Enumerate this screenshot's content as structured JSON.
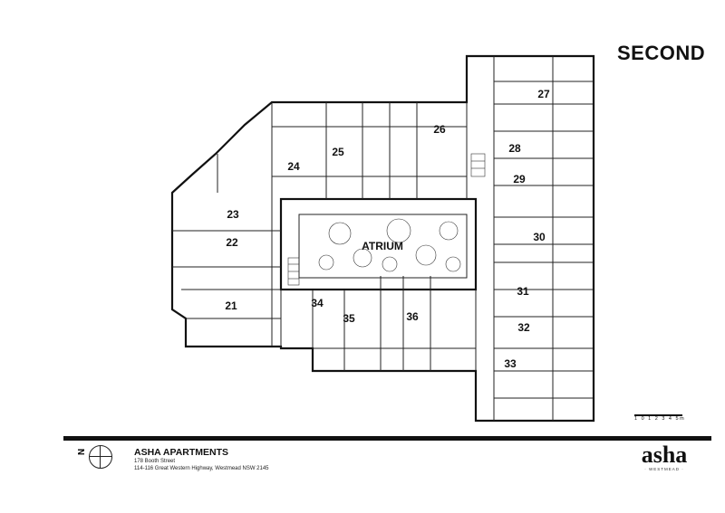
{
  "floor_title": "SECOND",
  "atrium_label": "ATRIUM",
  "units": [
    "21",
    "22",
    "23",
    "24",
    "25",
    "26",
    "27",
    "28",
    "29",
    "30",
    "31",
    "32",
    "33",
    "34",
    "35",
    "36"
  ],
  "title_block": {
    "north_label": "N",
    "project_name": "ASHA APARTMENTS",
    "address_line_1": "178 Booth Street",
    "address_line_2": "114-116 Great Western Highway, Westmead NSW 2145"
  },
  "scale_bar_label": "1 0 1 2 3 4 5m",
  "logo": {
    "word": "asha",
    "subtitle": "· WESTMEAD ·"
  }
}
